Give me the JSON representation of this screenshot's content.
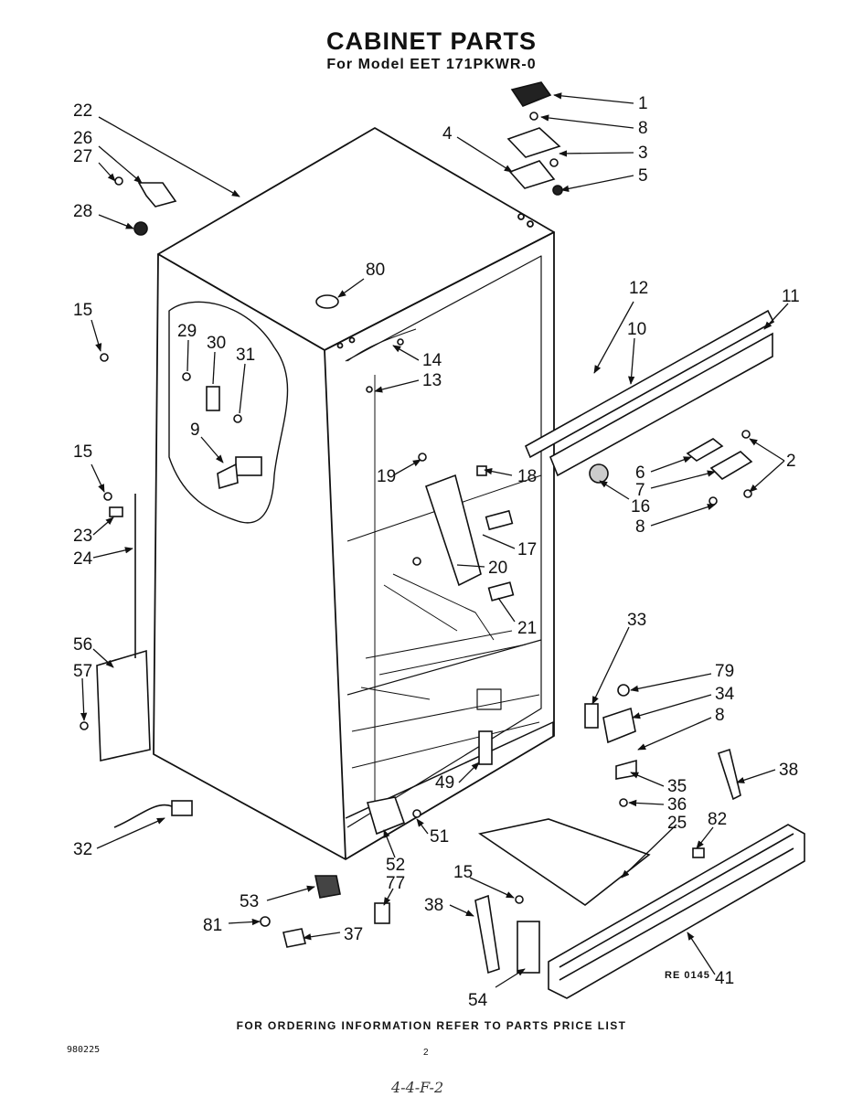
{
  "title": "CABINET PARTS",
  "subtitle": "For Model EET 171PKWR-0",
  "footer": "FOR ORDERING INFORMATION REFER TO PARTS PRICE LIST",
  "doc_number": "980225",
  "page_number": "2",
  "ref_code": "RE 0145",
  "handwritten_note": "4-4-F-2",
  "callouts": [
    {
      "id": "c1",
      "label": "1"
    },
    {
      "id": "c8a",
      "label": "8"
    },
    {
      "id": "c3",
      "label": "3"
    },
    {
      "id": "c5",
      "label": "5"
    },
    {
      "id": "c4",
      "label": "4"
    },
    {
      "id": "c22",
      "label": "22"
    },
    {
      "id": "c26",
      "label": "26"
    },
    {
      "id": "c27",
      "label": "27"
    },
    {
      "id": "c28",
      "label": "28"
    },
    {
      "id": "c80",
      "label": "80"
    },
    {
      "id": "c12",
      "label": "12"
    },
    {
      "id": "c11",
      "label": "11"
    },
    {
      "id": "c10",
      "label": "10"
    },
    {
      "id": "c15a",
      "label": "15"
    },
    {
      "id": "c29",
      "label": "29"
    },
    {
      "id": "c30",
      "label": "30"
    },
    {
      "id": "c31",
      "label": "31"
    },
    {
      "id": "c14",
      "label": "14"
    },
    {
      "id": "c13",
      "label": "13"
    },
    {
      "id": "c9",
      "label": "9"
    },
    {
      "id": "c15b",
      "label": "15"
    },
    {
      "id": "c19",
      "label": "19"
    },
    {
      "id": "c18",
      "label": "18"
    },
    {
      "id": "c6",
      "label": "6"
    },
    {
      "id": "c2",
      "label": "2"
    },
    {
      "id": "c7",
      "label": "7"
    },
    {
      "id": "c16",
      "label": "16"
    },
    {
      "id": "c8b",
      "label": "8"
    },
    {
      "id": "c23",
      "label": "23"
    },
    {
      "id": "c24",
      "label": "24"
    },
    {
      "id": "c17",
      "label": "17"
    },
    {
      "id": "c20",
      "label": "20"
    },
    {
      "id": "c21",
      "label": "21"
    },
    {
      "id": "c33",
      "label": "33"
    },
    {
      "id": "c56",
      "label": "56"
    },
    {
      "id": "c57",
      "label": "57"
    },
    {
      "id": "c79",
      "label": "79"
    },
    {
      "id": "c34",
      "label": "34"
    },
    {
      "id": "c8c",
      "label": "8"
    },
    {
      "id": "c38a",
      "label": "38"
    },
    {
      "id": "c35",
      "label": "35"
    },
    {
      "id": "c49",
      "label": "49"
    },
    {
      "id": "c36",
      "label": "36"
    },
    {
      "id": "c82",
      "label": "82"
    },
    {
      "id": "c25",
      "label": "25"
    },
    {
      "id": "c51",
      "label": "51"
    },
    {
      "id": "c32",
      "label": "32"
    },
    {
      "id": "c52",
      "label": "52"
    },
    {
      "id": "c77",
      "label": "77"
    },
    {
      "id": "c15c",
      "label": "15"
    },
    {
      "id": "c53",
      "label": "53"
    },
    {
      "id": "c38b",
      "label": "38"
    },
    {
      "id": "c81",
      "label": "81"
    },
    {
      "id": "c37",
      "label": "37"
    },
    {
      "id": "c41",
      "label": "41"
    },
    {
      "id": "c54",
      "label": "54"
    }
  ]
}
